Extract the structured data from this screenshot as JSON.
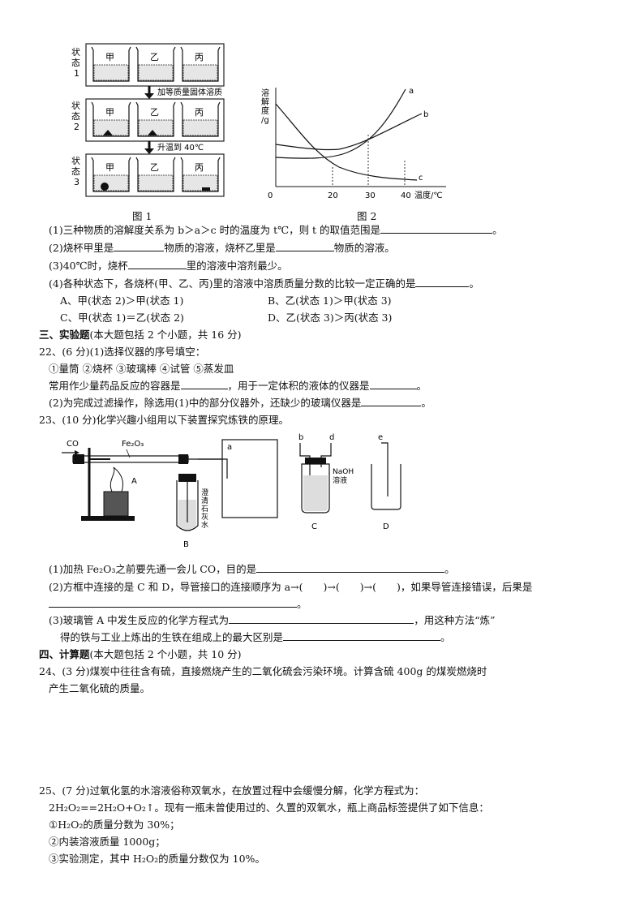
{
  "fig1": {
    "caption": "图 1",
    "state_labels": [
      "状\n态\n1",
      "状\n态\n2",
      "状\n态\n3"
    ],
    "beakers": [
      "甲",
      "乙",
      "丙"
    ],
    "arrow1": "加等质量固体溶质",
    "arrow2": "升温到 40℃"
  },
  "fig2": {
    "caption": "图 2",
    "ylabel": "溶\n解\n度\n/g",
    "xlabel": "温度/℃",
    "x_ticks": [
      "0",
      "20",
      "30",
      "40"
    ],
    "curves": [
      "a",
      "b",
      "c"
    ]
  },
  "q21": {
    "p1": "(1)三种物质的溶解度关系为 b＞a＞c 时的温度为 t℃，则 t 的取值范围是",
    "p1_end": "。",
    "p2a": "(2)烧杯甲里是",
    "p2b": "物质的溶液，烧杯乙里是",
    "p2c": "物质的溶液。",
    "p3a": "(3)40℃时，烧杯",
    "p3b": "里的溶液中溶剂最少。",
    "p4": "(4)各种状态下，各烧杯(甲、乙、丙)里的溶液中溶质质量分数的比较一定正确的是",
    "p4_end": "。",
    "optA": "A、甲(状态 2)＞甲(状态 1)",
    "optB": "B、乙(状态 1)＞甲(状态 3)",
    "optC": "C、甲(状态 1)＝乙(状态 2)",
    "optD": "D、乙(状态 3)＞丙(状态 3)"
  },
  "sec3": {
    "title": "三、实验题",
    "note": "(本大题包括 2 个小题，共 16 分)"
  },
  "q22": {
    "stem": "22、(6 分)(1)选择仪器的序号填空：",
    "items": "①量筒 ②烧杯 ③玻璃棒 ④试管 ⑤蒸发皿",
    "l3a": "常用作少量药品反应的容器是",
    "l3b": "，用于一定体积的液体的仪器是",
    "l3c": "。",
    "l4": "(2)为完成过滤操作，除选用(1)中的部分仪器外，还缺少的玻璃仪器是",
    "l4_end": "。"
  },
  "q23": {
    "stem": "23、(10 分)化学兴趣小组用以下装置探究炼铁的原理。",
    "app": {
      "co": "CO",
      "fe2o3": "Fe₂O₃",
      "A": "A",
      "B": "B",
      "C": "C",
      "D": "D",
      "a": "a",
      "b": "b",
      "d": "d",
      "e": "e",
      "limewater": "澄\n清\n石\n灰\n水",
      "naoh": "NaOH\n溶液"
    },
    "p1a": "(1)加热 Fe₂O₃之前要先通一会儿 CO，目的是",
    "p1b": "。",
    "p2a": "(2)方框中连接的是 C 和 D，导管接口的连接顺序为 a→(　　)→(　　)→(　　)，如果导管连接错误，后果是",
    "p2b": "。",
    "p3a": "(3)玻璃管 A 中发生反应的化学方程式为",
    "p3b": "，用这种方法“炼”",
    "p3c": "得的铁与工业上炼出的生铁在组成上的最大区别是",
    "p3d": "。"
  },
  "sec4": {
    "title": "四、计算题",
    "note": "(本大题包括 2 个小题，共 10 分)"
  },
  "q24": {
    "l1": "24、(3 分)煤炭中往往含有硫，直接燃烧产生的二氧化硫会污染环境。计算含硫 400g 的煤炭燃烧时",
    "l2": "产生二氧化硫的质量。"
  },
  "q25": {
    "l1": "25、(7 分)过氧化氢的水溶液俗称双氧水，在放置过程中会缓慢分解，化学方程式为：",
    "l2": "2H₂O₂==2H₂O+O₂↑。现有一瓶未曾使用过的、久置的双氧水，瓶上商品标签提供了如下信息：",
    "l3": "①H₂O₂的质量分数为 30%；",
    "l4": "②内装溶液质量 1000g；",
    "l5": "③实验测定，其中 H₂O₂的质量分数仅为 10%。"
  }
}
